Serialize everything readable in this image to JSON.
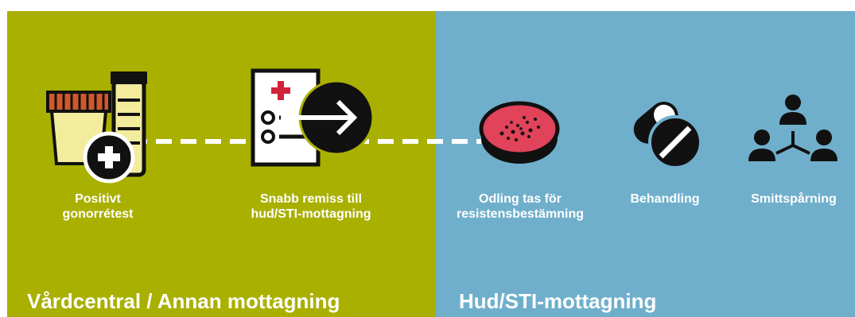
{
  "colors": {
    "left_panel": "#a9b000",
    "right_panel": "#6fafcb",
    "text": "#ffffff",
    "icon_dark": "#111111",
    "petri_red": "#e0435a",
    "test_orange": "#d2582a",
    "test_yellow": "#f2ec9c"
  },
  "sections": {
    "left_title": "Vårdcentral / Annan mottagning",
    "right_title": "Hud/STI-mottagning"
  },
  "steps": [
    {
      "icon": "gonorrhea-test-icon",
      "label": "Positivt\ngonorrétest"
    },
    {
      "icon": "referral-document-icon",
      "label": "Snabb remiss till\nhud/STI-mottagning"
    },
    {
      "icon": "petri-dish-icon",
      "label": "Odling tas för\nresistensbestämning"
    },
    {
      "icon": "pills-icon",
      "label": "Behandling"
    },
    {
      "icon": "contact-tracing-icon",
      "label": "Smittspårning"
    }
  ]
}
